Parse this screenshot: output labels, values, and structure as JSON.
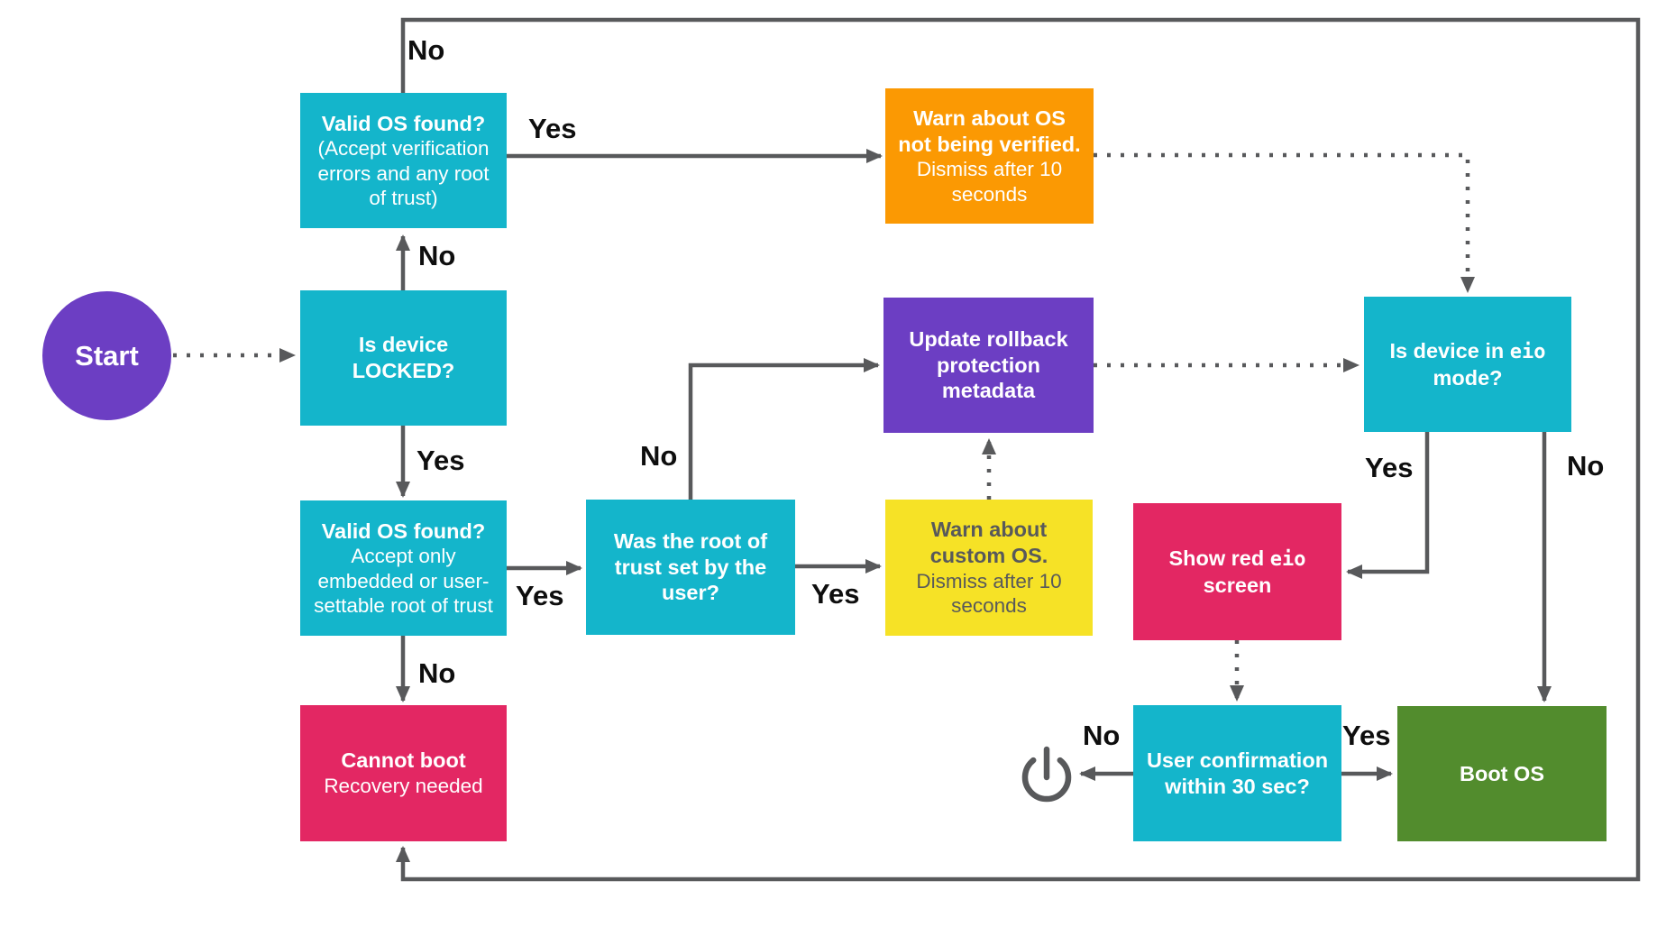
{
  "diagram": {
    "description": "Boot flow decision flowchart",
    "colors": {
      "cyan": "#14b5cb",
      "purple": "#6c3ec3",
      "pink": "#e32763",
      "orange": "#fb9903",
      "yellow": "#f6e226",
      "green": "#528c2d",
      "line_gray": "#58595b",
      "label_black": "#0e0e0e"
    },
    "nodes": {
      "start": {
        "label": "Start"
      },
      "valid_os_unlocked": {
        "title": "Valid OS found?",
        "subtitle": "(Accept verification errors and any root of trust)"
      },
      "locked": {
        "title": "Is device LOCKED?"
      },
      "valid_os_locked": {
        "title": "Valid OS found?",
        "subtitle": "Accept only embedded or user-settable root of trust"
      },
      "cannot_boot": {
        "title": "Cannot boot",
        "subtitle": "Recovery needed"
      },
      "was_root_user": {
        "title": "Was the root of trust set by the user?"
      },
      "warn_unverified": {
        "title": "Warn about OS not being verified.",
        "subtitle": "Dismiss after 10 seconds"
      },
      "update_rollback": {
        "title": "Update rollback protection metadata"
      },
      "warn_custom": {
        "title": "Warn about custom OS.",
        "subtitle": "Dismiss after 10 seconds"
      },
      "show_red_eio": {
        "title_prefix": "Show red ",
        "title_mono": "eio",
        "title_suffix": " screen"
      },
      "eio_mode": {
        "title_prefix": "Is device in ",
        "title_mono": "eio",
        "title_suffix": " mode?"
      },
      "user_confirmation": {
        "title": "User confirmation within 30 sec?"
      },
      "boot_os": {
        "title": "Boot OS"
      },
      "power_off": {
        "icon": "power-icon"
      }
    },
    "edge_labels": {
      "no_loop": "No",
      "yes_warn": "Yes",
      "no_locked": "No",
      "yes_locked": "Yes",
      "no_validos": "No",
      "yes_validos": "Yes",
      "no_wasroot": "No",
      "yes_wasroot": "Yes",
      "yes_eio": "Yes",
      "no_eio": "No",
      "no_userconf": "No",
      "yes_userconf": "Yes"
    }
  }
}
